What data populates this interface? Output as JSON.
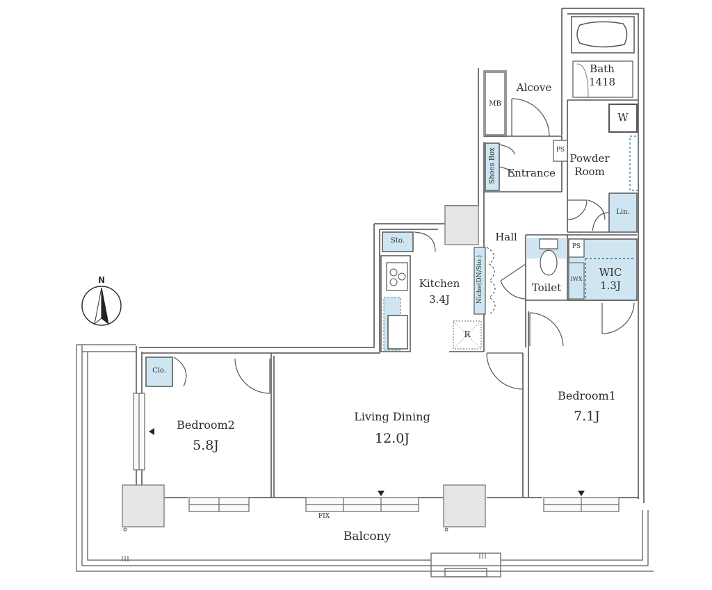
{
  "plan": {
    "compass_label": "N",
    "rooms": {
      "bath": {
        "name": "Bath",
        "area": "1418"
      },
      "alcove": {
        "name": "Alcove"
      },
      "mb": {
        "name": "MB"
      },
      "ps_top": {
        "name": "PS"
      },
      "shoes_box": {
        "name": "Shoes Box"
      },
      "entrance": {
        "name": "Entrance"
      },
      "powder_room": {
        "name": "Powder\nRoom"
      },
      "w": {
        "name": "W"
      },
      "lin": {
        "name": "Lin."
      },
      "hall": {
        "name": "Hall"
      },
      "sto": {
        "name": "Sto."
      },
      "kitchen": {
        "name": "Kitchen",
        "area": "3.4J"
      },
      "niche": {
        "name": "Niche(DN/Sto.)"
      },
      "refrigerator": {
        "name": "R"
      },
      "toilet": {
        "name": "Toilet"
      },
      "ps_mid": {
        "name": "PS"
      },
      "wic": {
        "name": "WIC",
        "area": "1.3J"
      },
      "iwx": {
        "name": "IWX"
      },
      "clo": {
        "name": "Clo."
      },
      "bedroom2": {
        "name": "Bedroom2",
        "area": "5.8J"
      },
      "living_dining": {
        "name": "Living Dining",
        "area": "12.0J"
      },
      "bedroom1": {
        "name": "Bedroom1",
        "area": "7.1J"
      },
      "fix": {
        "name": "FIX"
      },
      "balcony": {
        "name": "Balcony"
      }
    },
    "colors": {
      "wall": "#8a8a8a",
      "line": "#555555",
      "fixture": "#cfe6f2",
      "text": "#2b2b2b"
    }
  }
}
